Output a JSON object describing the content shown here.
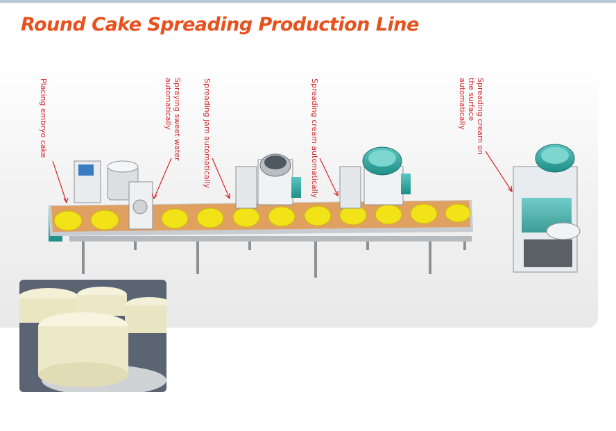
{
  "title": "Round Cake Spreading Production Line",
  "labels": {
    "placing": "Placing embryo cake",
    "spraying": "Spraying sweet water automatically",
    "jam": "Spreading jam automatically",
    "cream": "Spreading cream automatically",
    "surface": "Spreading cream on the surface automatically"
  },
  "colors": {
    "title": "#e8501e",
    "label": "#d3262c",
    "belt": "#e0a060",
    "cake": "#f2e318",
    "machine_teal": "#2aa39a"
  }
}
